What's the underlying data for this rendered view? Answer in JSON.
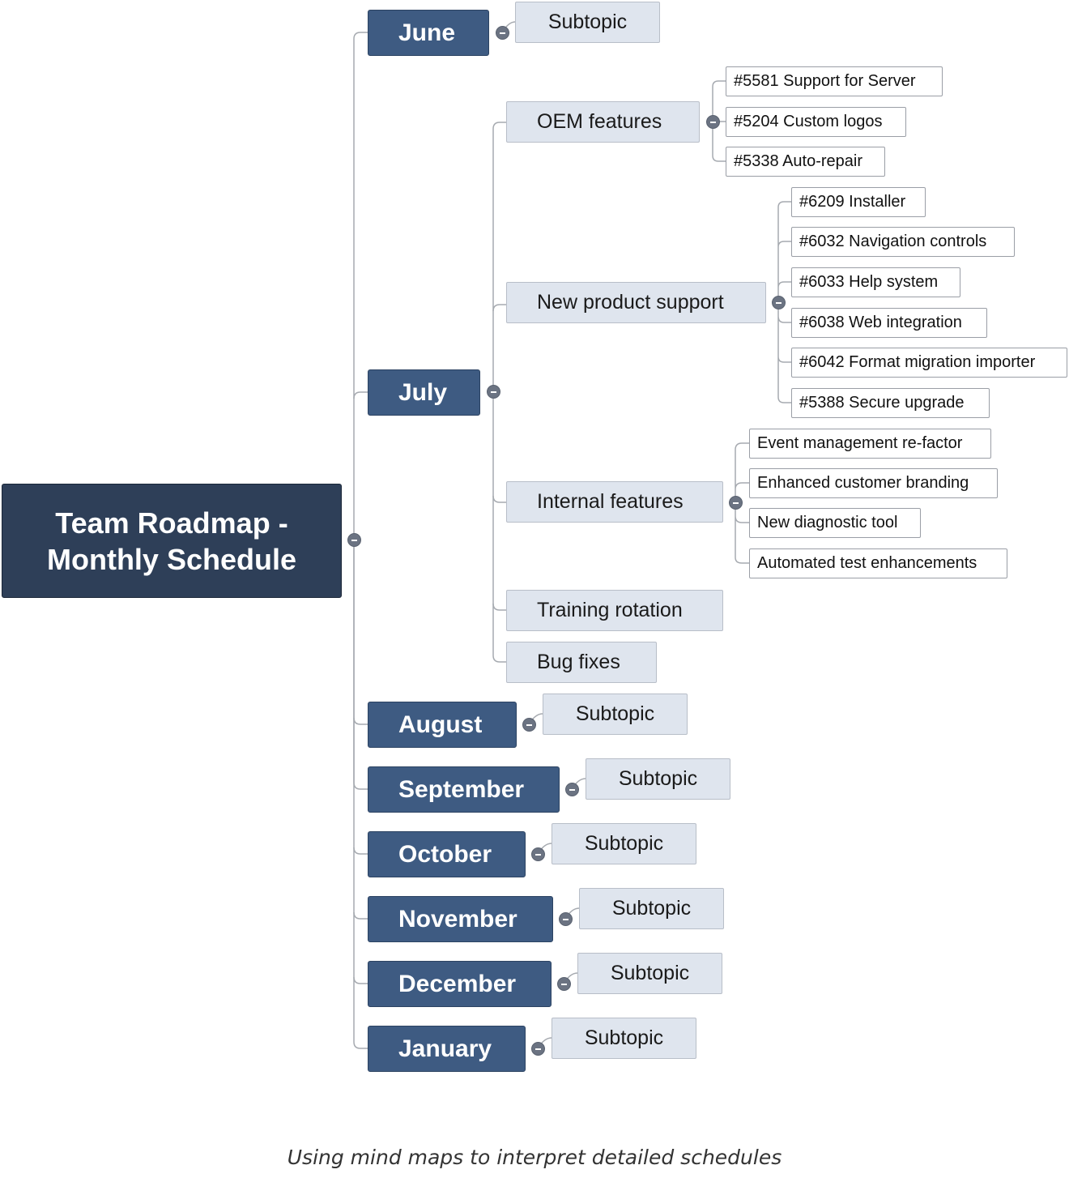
{
  "root": {
    "line1": "Team Roadmap -",
    "line2": "Monthly Schedule"
  },
  "months": {
    "june": {
      "label": "June",
      "sub": "Subtopic"
    },
    "july": {
      "label": "July",
      "oem": {
        "label": "OEM features",
        "items": [
          "#5581 Support for Server",
          "#5204 Custom logos",
          "#5338 Auto-repair"
        ]
      },
      "nps": {
        "label": "New product support",
        "items": [
          "#6209 Installer",
          "#6032 Navigation controls",
          "#6033 Help system",
          "#6038 Web integration",
          "#6042 Format migration importer",
          "#5388 Secure upgrade"
        ]
      },
      "internal": {
        "label": "Internal features",
        "items": [
          "Event management re-factor",
          "Enhanced customer branding",
          "New diagnostic tool",
          "Automated test enhancements"
        ]
      },
      "training": {
        "label": "Training rotation"
      },
      "bugs": {
        "label": "Bug fixes"
      }
    },
    "august": {
      "label": "August",
      "sub": "Subtopic"
    },
    "september": {
      "label": "September",
      "sub": "Subtopic"
    },
    "october": {
      "label": "October",
      "sub": "Subtopic"
    },
    "november": {
      "label": "November",
      "sub": "Subtopic"
    },
    "december": {
      "label": "December",
      "sub": "Subtopic"
    },
    "january": {
      "label": "January",
      "sub": "Subtopic"
    }
  },
  "caption": "Using mind maps to interpret detailed schedules",
  "colors": {
    "root": "#2e3f58",
    "month": "#3e5b82",
    "subtopic": "#dfe5ee",
    "connector": "#a6aab0",
    "collapse_knob": "#6b7382"
  }
}
